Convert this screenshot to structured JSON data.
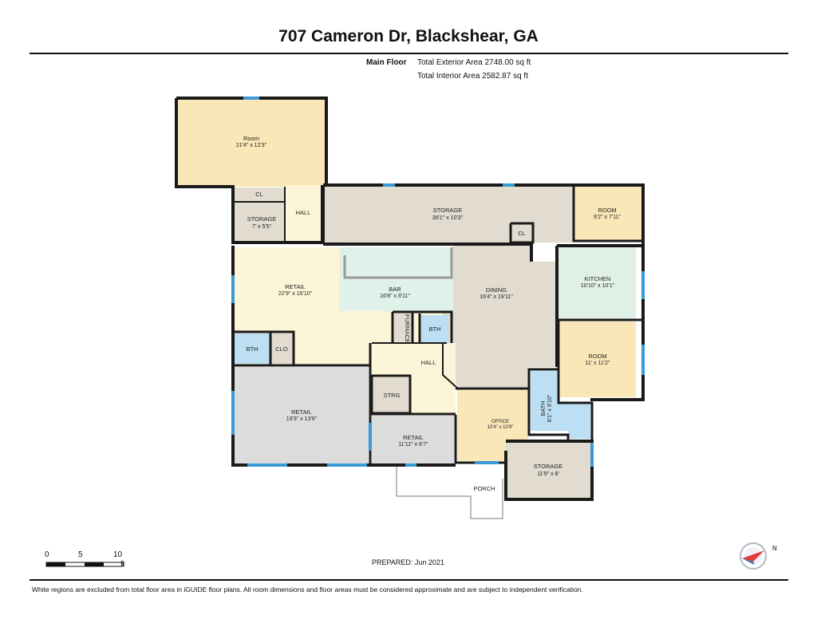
{
  "header": {
    "title": "707 Cameron Dr, Blackshear, GA",
    "floor_label": "Main Floor",
    "exterior_area": "Total Exterior Area 2748.00 sq ft",
    "interior_area": "Total Interior Area 2582.87 sq ft"
  },
  "rooms": {
    "room_top": {
      "name": "Room",
      "dims": "21'4\" x 12'3\""
    },
    "cl_upper": {
      "name": "CL"
    },
    "storage_small": {
      "name": "STORAGE",
      "dims": "7' x 5'5\""
    },
    "hall_upper": {
      "name": "HALL"
    },
    "storage_large": {
      "name": "STORAGE",
      "dims": "36'1\" x 10'3\""
    },
    "cl_storage": {
      "name": "CL"
    },
    "room_right": {
      "name": "ROOM",
      "dims": "9'2\" x 7'11\""
    },
    "retail_main": {
      "name": "RETAIL",
      "dims": "22'9\" x 16'10\""
    },
    "bar": {
      "name": "BAR",
      "dims": "16'8\" x 8'11\""
    },
    "dining": {
      "name": "DINING",
      "dims": "16'4\" x 19'11\""
    },
    "kitchen": {
      "name": "KITCHEN",
      "dims": "10'10\" x 10'1\""
    },
    "furnace": {
      "name": "FURNACE"
    },
    "bth_small": {
      "name": "BTH"
    },
    "bth_left": {
      "name": "BTH"
    },
    "clo": {
      "name": "CLO"
    },
    "room_mid": {
      "name": "ROOM",
      "dims": "11' x 11'2\""
    },
    "hall_lower": {
      "name": "HALL"
    },
    "retail_lower": {
      "name": "RETAIL",
      "dims": "19'3\" x 13'9\""
    },
    "strg": {
      "name": "STRG"
    },
    "retail_small": {
      "name": "RETAIL",
      "dims": "11'11\" x 6'7\""
    },
    "office": {
      "name": "OFFICE",
      "dims": "10'4\" x 10'9\""
    },
    "bath": {
      "name": "BATH",
      "dims": "8'1\" x 9'10\""
    },
    "storage_bottom": {
      "name": "STORAGE",
      "dims": "11'9\" x 8'"
    },
    "porch": {
      "name": "PORCH"
    }
  },
  "colors": {
    "room_tan": "#fae7b7",
    "storage_gray": "#e2dbd0",
    "retail_cream": "#fdf5d8",
    "bar_mint": "#dff1e8",
    "kitchen_mint": "#e0f0e6",
    "retail_gray": "#dcdcdc",
    "bath_blue": "#bcdff3",
    "wall": "#1a1a1a",
    "window_blue": "#3a9ad6"
  },
  "scale": {
    "labels": [
      "0",
      "5",
      "10"
    ],
    "unit": "ft"
  },
  "compass": {
    "icon": "north-arrow-icon",
    "label": "N"
  },
  "prepared": "PREPARED: Jun 2021",
  "footer": "White regions are excluded from total floor area in iGUIDE floor plans. All room dimensions and floor areas must be considered approximate and are subject to independent verification."
}
